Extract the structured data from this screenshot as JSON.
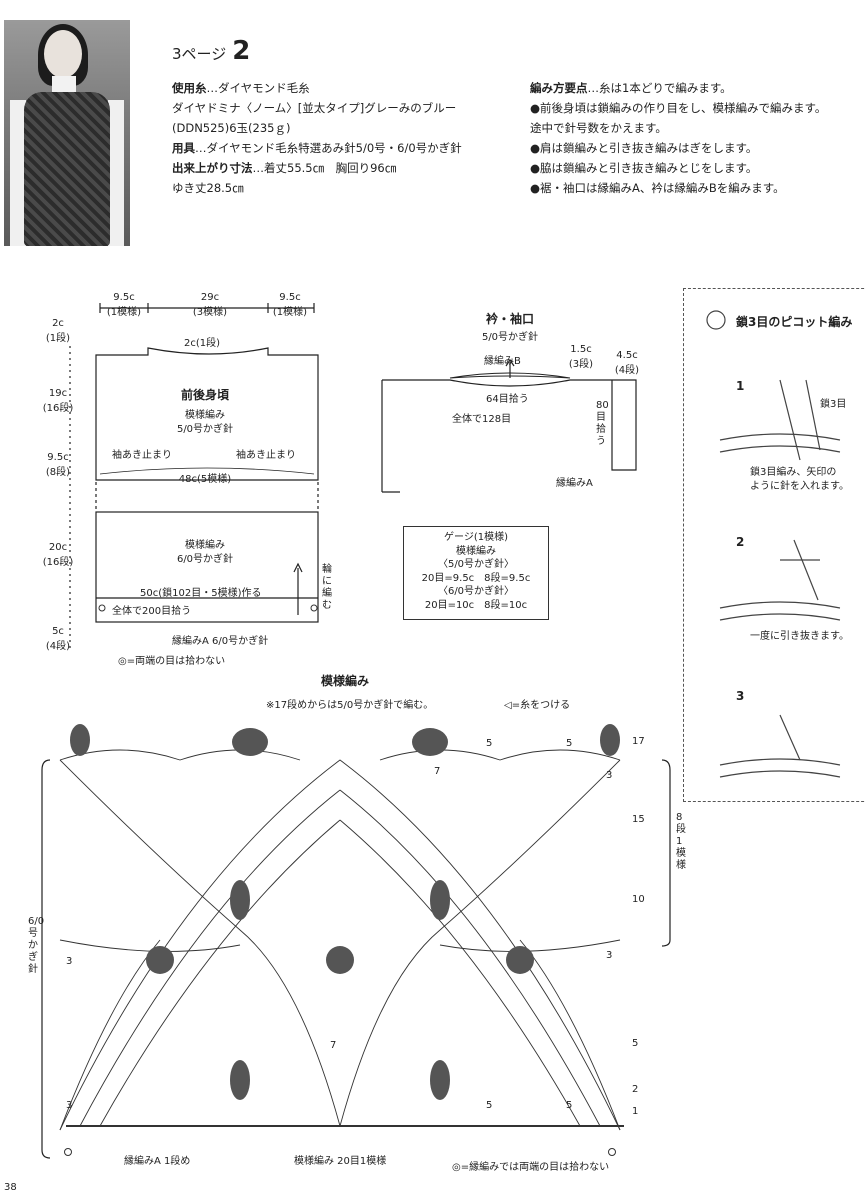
{
  "header": {
    "page_label": "3ページ",
    "pattern_number": "2"
  },
  "materials": {
    "yarn_label": "使用糸",
    "yarn_brand": "…ダイヤモンド毛糸",
    "yarn_name": "ダイヤドミナ〈ノーム〉[並太タイプ]グレーみのブルー",
    "yarn_amount": "(DDN525)6玉(235ｇ)",
    "tools_label": "用具",
    "tools": "…ダイヤモンド毛糸特選あみ針5/0号・6/0号かぎ針",
    "size_label": "出来上がり寸法",
    "size": "…着丈55.5㎝　胸回り96㎝",
    "sleeve": "ゆき丈28.5㎝"
  },
  "method": {
    "label": "編み方要点",
    "intro": "…糸は1本どりで編みます。",
    "lines": [
      "●前後身頃は鎖編みの作り目をし、模様編みで編みます。",
      "途中で針号数をかえます。",
      "●肩は鎖編みと引き抜き編みはぎをします。",
      "●脇は鎖編みと引き抜き編みとじをします。",
      "●裾・袖口は縁編みA、衿は縁編みBを編みます。"
    ]
  },
  "body_diagram": {
    "top_widths": [
      {
        "value": "9.5c",
        "note": "(1模様)"
      },
      {
        "value": "29c",
        "note": "(3模様)"
      },
      {
        "value": "9.5c",
        "note": "(1模様)"
      }
    ],
    "left_dims": [
      {
        "value": "2c",
        "note": "(1段)"
      },
      {
        "value": "19c",
        "note": "(16段)"
      },
      {
        "value": "9.5c",
        "note": "(8段)"
      },
      {
        "value": "20c",
        "note": "(16段)"
      },
      {
        "value": "5c",
        "note": "(4段)"
      }
    ],
    "shoulder": "2c(1段)",
    "title": "前後身頃",
    "upper_stitch": "模様編み",
    "upper_hook": "5/0号かぎ針",
    "armhole_left": "袖あき止まり",
    "armhole_right": "袖あき止まり",
    "width": "48c(5模様)",
    "lower_stitch": "模様編み",
    "lower_hook": "6/0号かぎ針",
    "cast_on": "50c(鎖102目・5模様)作る",
    "pickup": "全体で200目拾う",
    "round_label": "輪に編む",
    "edging": "縁編みA 6/0号かぎ針",
    "edge_note": "◎=両端の目は拾わない"
  },
  "collar_diagram": {
    "title": "衿・袖口",
    "hook": "5/0号かぎ針",
    "edging_b": "縁編みB",
    "dim1_value": "1.5c",
    "dim1_note": "(3段)",
    "dim2_value": "4.5c",
    "dim2_note": "(4段)",
    "pick64": "64目拾う",
    "total128": "全体で128目",
    "pick80": "80目拾う",
    "edging_a": "縁編みA"
  },
  "gauge": {
    "title": "ゲージ(1模様)",
    "stitch": "模様編み",
    "hook1": "〈5/0号かぎ針〉",
    "row1": "20目=9.5c　8段=9.5c",
    "hook2": "〈6/0号かぎ針〉",
    "row2": "20目=10c　8段=10c"
  },
  "pattern_chart": {
    "title": "模様編み",
    "note": "※17段めからは5/0号かぎ針で編む。",
    "legend": "◁=糸をつける",
    "row_marks": [
      "17",
      "15",
      "10",
      "5",
      "2",
      "1"
    ],
    "repeat_label": "8段1模様",
    "hook_label": "6/0号かぎ針",
    "bottom_left": "縁編みA 1段め",
    "bottom_center": "模様編み 20目1模様",
    "bottom_right": "◎=縁編みでは両端の目は拾わない",
    "cluster_numbers": [
      "7",
      "5",
      "5",
      "3",
      "3",
      "3",
      "3",
      "5",
      "5",
      "7"
    ]
  },
  "picot": {
    "title": "鎖3目のピコット編み",
    "steps": [
      {
        "num": "1",
        "tag": "鎖3目",
        "text1": "鎖3目編み、矢印の",
        "text2": "ように針を入れます。"
      },
      {
        "num": "2",
        "text1": "一度に引き抜きます。"
      },
      {
        "num": "3"
      }
    ]
  },
  "footer": {
    "page_number": "38"
  }
}
